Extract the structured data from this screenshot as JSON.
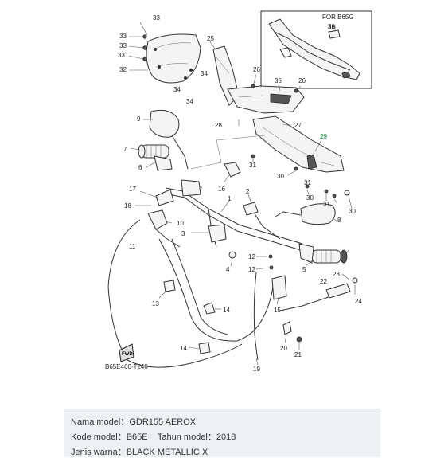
{
  "diagram": {
    "inset_title": "FOR B65G",
    "figure_code": "B65E460-T240",
    "fwd_label": "FWD",
    "callouts": [
      "33",
      "33",
      "33",
      "33",
      "32",
      "25",
      "34",
      "34",
      "34",
      "26",
      "36",
      "35",
      "26",
      "28",
      "27",
      "29",
      "9",
      "7",
      "6",
      "31",
      "30",
      "31",
      "30",
      "31",
      "30",
      "16",
      "17",
      "1",
      "2",
      "3",
      "18",
      "10",
      "11",
      "8",
      "5",
      "12",
      "12",
      "4",
      "13",
      "14",
      "14",
      "15",
      "22",
      "23",
      "24",
      "20",
      "21",
      "19"
    ],
    "highlight_color": "#3aa35a"
  },
  "info": {
    "model_label": "Nama model",
    "model_value": "GDR155 AEROX",
    "code_label": "Kode model",
    "code_value": "B65E",
    "year_label": "Tahun model",
    "year_value": "2018",
    "color_label": "Jenis warna",
    "color_value": "BLACK METALLIC X"
  }
}
